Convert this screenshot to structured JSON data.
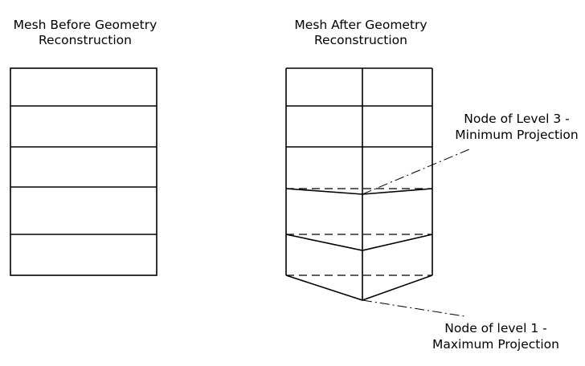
{
  "titles": {
    "before": [
      "Mesh Before Geometry",
      "Reconstruction"
    ],
    "after": [
      "Mesh After Geometry",
      "Reconstruction"
    ]
  },
  "annotations": {
    "level3": [
      "Node of Level 3 -",
      "Minimum Projection"
    ],
    "level1": [
      "Node of level 1 -",
      "Maximum Projection"
    ]
  },
  "colors": {
    "line": "#000000",
    "background": "#ffffff"
  }
}
